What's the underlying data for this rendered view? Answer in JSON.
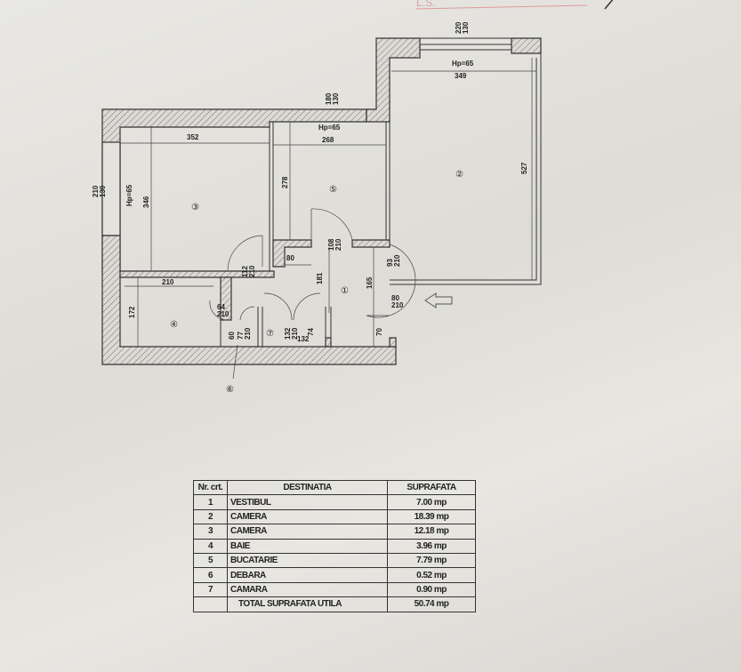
{
  "header_stamp": "L.S.",
  "plan": {
    "rooms": [
      {
        "id": "1",
        "label": "①"
      },
      {
        "id": "2",
        "label": "②"
      },
      {
        "id": "3",
        "label": "③"
      },
      {
        "id": "4",
        "label": "④"
      },
      {
        "id": "5",
        "label": "⑤"
      },
      {
        "id": "6",
        "label": "⑥"
      },
      {
        "id": "7",
        "label": "⑦"
      }
    ],
    "dimensions": {
      "r2_window": "220\n130",
      "r2_hp": "Hp=65",
      "r2_width": "349",
      "r2_length": "527",
      "r5_window": "180\n130",
      "r5_hp": "Hp=65",
      "r5_width": "268",
      "r5_length": "278",
      "r3_window": "210\n130",
      "r3_hp": "Hp=65",
      "r3_width": "352",
      "r3_length": "346",
      "r4_width": "210",
      "r4_length": "172",
      "door_80": "80",
      "door_108": "108\n210",
      "door_112": "112\n210",
      "vest_181": "181",
      "vest_165": "165",
      "door_93": "93\n210",
      "door_entry": "80\n210",
      "vest_70": "70",
      "door_64": "64\n210",
      "r6_60": "60",
      "r6_77": "77\n210",
      "r7_door": "132\n210",
      "r7_74": "74",
      "r7_132": "132"
    }
  },
  "table": {
    "headers": [
      "Nr. crt.",
      "DESTINATIA",
      "SUPRAFATA"
    ],
    "rows": [
      {
        "nr": "1",
        "name": "VESTIBUL",
        "area": "7.00 mp"
      },
      {
        "nr": "2",
        "name": "CAMERA",
        "area": "18.39 mp"
      },
      {
        "nr": "3",
        "name": "CAMERA",
        "area": "12.18 mp"
      },
      {
        "nr": "4",
        "name": "BAIE",
        "area": "3.96 mp"
      },
      {
        "nr": "5",
        "name": "BUCATARIE",
        "area": "7.79 mp"
      },
      {
        "nr": "6",
        "name": "DEBARA",
        "area": "0.52 mp"
      },
      {
        "nr": "7",
        "name": "CAMARA",
        "area": "0.90 mp"
      }
    ],
    "total_label": "TOTAL SUPRAFATA UTILA",
    "total_area": "50.74 mp"
  }
}
